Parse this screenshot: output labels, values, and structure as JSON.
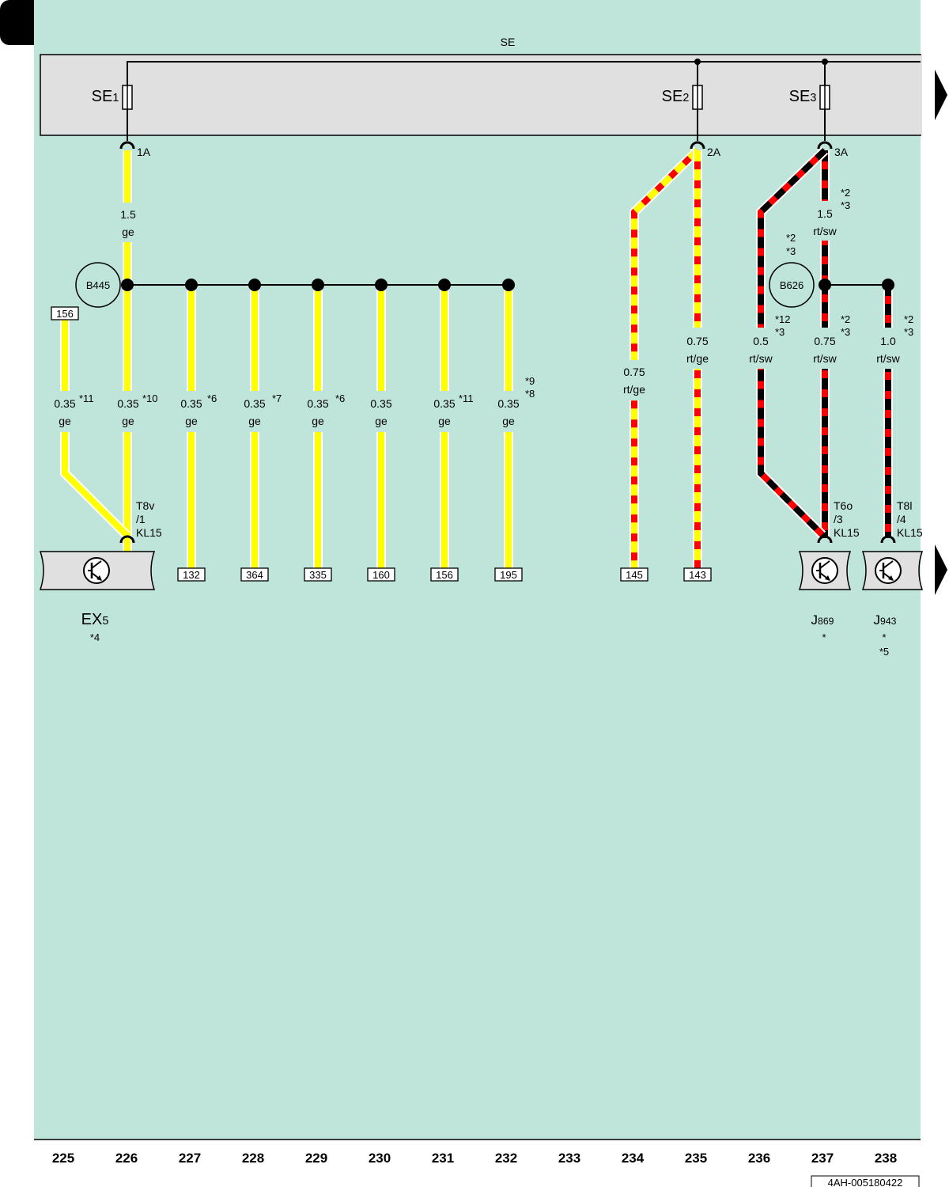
{
  "colors": {
    "background": "#bfe4d9",
    "fuse_box": "#e0e0e0",
    "yellow": "#ffff00",
    "red": "#ff0000",
    "black": "#000000"
  },
  "fuse_box": {
    "label": "SE",
    "fuses": [
      {
        "name": "SE",
        "sub": "1",
        "pin": "1A"
      },
      {
        "name": "SE",
        "sub": "2",
        "pin": "2A"
      },
      {
        "name": "SE",
        "sub": "3",
        "pin": "3A"
      }
    ]
  },
  "splices": {
    "b445": "B445",
    "b626": "B626"
  },
  "wires": {
    "w_main_top": {
      "size": "1.5",
      "color": "ge"
    },
    "w225": {
      "size": "0.35",
      "color": "ge",
      "notes": [
        "*11"
      ]
    },
    "w226": {
      "size": "0.35",
      "color": "ge",
      "notes": [
        "*10"
      ]
    },
    "w227": {
      "size": "0.35",
      "color": "ge",
      "notes": [
        "*6"
      ]
    },
    "w228": {
      "size": "0.35",
      "color": "ge",
      "notes": [
        "*7"
      ]
    },
    "w229": {
      "size": "0.35",
      "color": "ge",
      "notes": [
        "*6"
      ]
    },
    "w230": {
      "size": "0.35",
      "color": "ge",
      "notes": []
    },
    "w231": {
      "size": "0.35",
      "color": "ge",
      "notes": [
        "*11"
      ]
    },
    "w232": {
      "size": "0.35",
      "color": "ge",
      "notes": [
        "*9",
        "*8"
      ]
    },
    "w234": {
      "size": "0.75",
      "color": "rt/ge"
    },
    "w235": {
      "size": "0.75",
      "color": "rt/ge"
    },
    "w237_top": {
      "size": "1.5",
      "color": "rt/sw",
      "notes": [
        "*2",
        "*3"
      ]
    },
    "w236": {
      "size": "0.5",
      "color": "rt/sw",
      "notes": [
        "*12",
        "*3"
      ]
    },
    "w237": {
      "size": "0.75",
      "color": "rt/sw",
      "notes": [
        "*2",
        "*3"
      ]
    },
    "w238": {
      "size": "1.0",
      "color": "rt/sw",
      "notes": [
        "*2",
        "*3"
      ]
    }
  },
  "branch_notes": {
    "b626_left": [
      "*2",
      "*3"
    ]
  },
  "connectors": {
    "ex5": [
      "T8v",
      "/1",
      "KL15"
    ],
    "j869": [
      "T6o",
      "/3",
      "KL15"
    ],
    "j943": [
      "T8l",
      "/4",
      "KL15"
    ]
  },
  "references": {
    "r225": "156",
    "r227": "132",
    "r228": "364",
    "r229": "335",
    "r230": "160",
    "r231": "156",
    "r232": "195",
    "r234": "145",
    "r235": "143"
  },
  "components": {
    "ex5": {
      "name": "EX",
      "sub": "5",
      "notes": [
        "*4"
      ]
    },
    "j869": {
      "name": "J",
      "sub": "869",
      "notes": [
        "*"
      ]
    },
    "j943": {
      "name": "J",
      "sub": "943",
      "notes": [
        "*",
        "*5"
      ]
    }
  },
  "columns": [
    "225",
    "226",
    "227",
    "228",
    "229",
    "230",
    "231",
    "232",
    "233",
    "234",
    "235",
    "236",
    "237",
    "238"
  ],
  "doc_number": "4AH-005180422"
}
